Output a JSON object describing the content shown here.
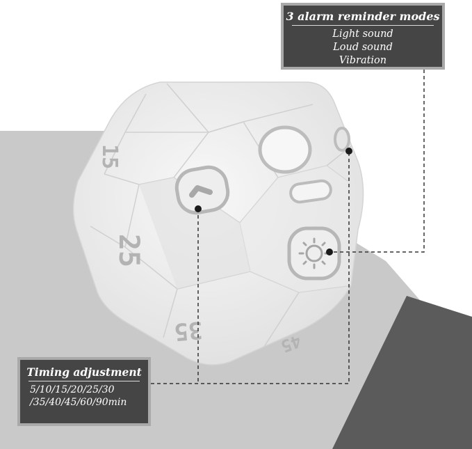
{
  "callouts": {
    "alarm_modes": {
      "title": "3 alarm reminder modes",
      "lines": [
        "Light sound",
        "Loud sound",
        "Vibration"
      ]
    },
    "timing": {
      "title": "Timing adjustment",
      "lines": [
        "5/10/15/20/25/30",
        "/35/40/45/60/90min"
      ]
    }
  },
  "dice_face_numbers": [
    "15",
    "25",
    "35",
    "45"
  ],
  "colors": {
    "callout_fill": "#454545",
    "callout_border": "#a9a9a9",
    "device_body": "#f1f1f1",
    "digit_color": "#b3b3b3",
    "backdrop_gray": "#c9c9c9",
    "backdrop_dark": "#5b5b5b"
  },
  "icons": [
    "checkmark-icon",
    "light-sun-icon",
    "power-ring-icon",
    "display-slot-icon",
    "sound-port-icon"
  ]
}
